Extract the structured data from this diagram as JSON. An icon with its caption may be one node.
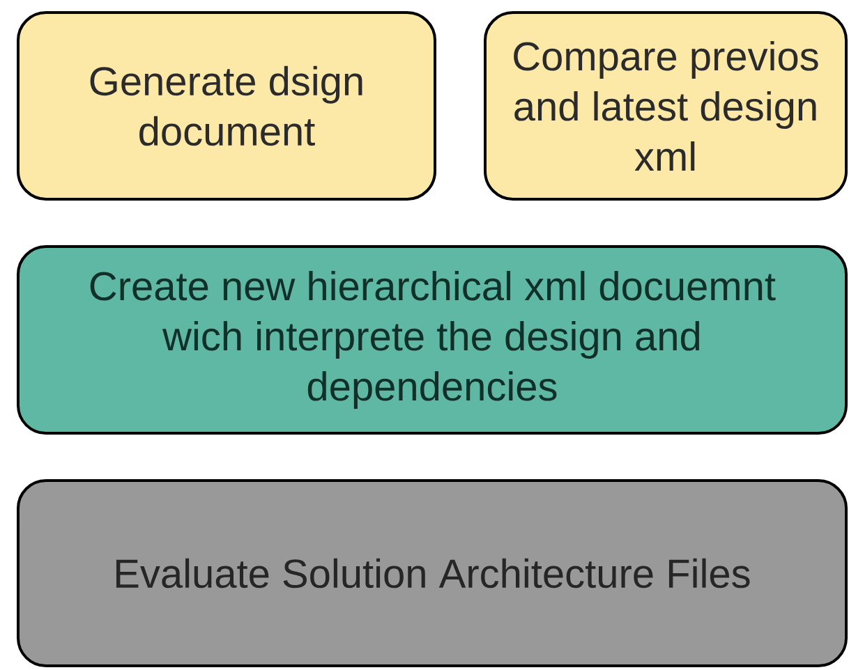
{
  "diagram": {
    "nodes": [
      {
        "text": [
          "Generate dsign document"
        ]
      },
      {
        "text": [
          "Compare previos and latest design xml"
        ]
      },
      {
        "text": [
          "Create new hierarchical xml docuemnt wich interprete the design and dependencies"
        ]
      },
      {
        "text": [
          "Evaluate Solution Architecture Files"
        ]
      }
    ]
  }
}
